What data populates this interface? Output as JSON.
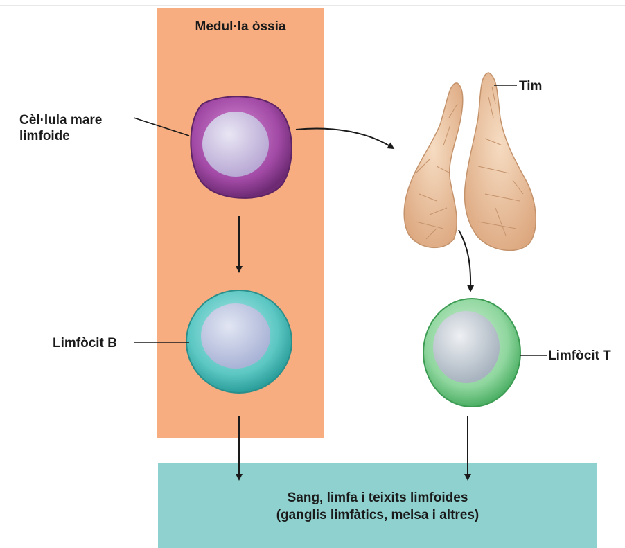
{
  "bone_marrow": {
    "title": "Medul·la òssia",
    "color": "#f7ad80"
  },
  "destination": {
    "line1": "Sang, limfa i teixits limfoides",
    "line2": "(ganglis limfàtics, melsa i altres)",
    "color": "#8fd1cf"
  },
  "labels": {
    "stem_cell_line1": "Cèl·lula mare",
    "stem_cell_line2": "limfoide",
    "thymus": "Tim",
    "b_cell": "Limfòcit B",
    "t_cell": "Limfòcit T"
  },
  "colors": {
    "stem_cell": "#8a3f90",
    "b_cell": "#3cb5b2",
    "t_cell": "#5cc07a",
    "thymus": "#e8bc95"
  }
}
